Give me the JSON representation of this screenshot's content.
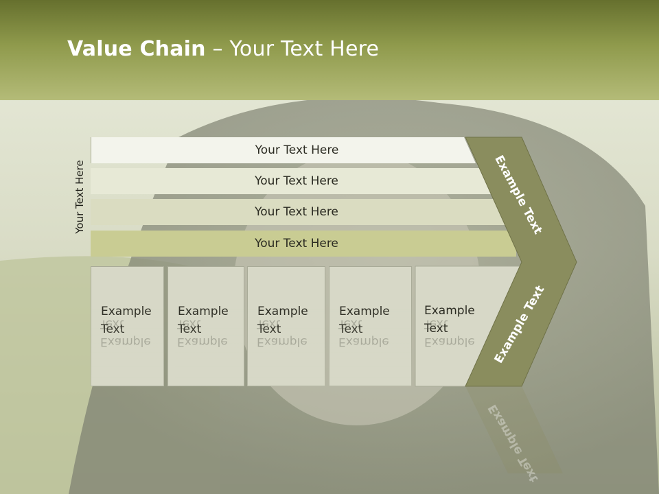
{
  "slide": {
    "title_bold": "Value Chain",
    "title_rest": " – Your Text Here",
    "vertical_label": "Your Text Here"
  },
  "bars": [
    {
      "label": "Your Text Here"
    },
    {
      "label": "Your Text Here"
    },
    {
      "label": "Your Text Here"
    },
    {
      "label": "Your Text Here"
    }
  ],
  "columns": [
    {
      "line1": "Example",
      "line2": "Text"
    },
    {
      "line1": "Example",
      "line2": "Text"
    },
    {
      "line1": "Example",
      "line2": "Text"
    },
    {
      "line1": "Example",
      "line2": "Text"
    },
    {
      "line1": "Example",
      "line2": "Text"
    }
  ],
  "chevron": {
    "upper_label": "Example Text",
    "lower_label": "Example Text",
    "color": "#8a8d5e"
  },
  "colors": {
    "header_top": "#66702e",
    "header_bottom": "#b4bb78",
    "bar_1": "#f3f4ec",
    "bar_2": "#e7e9d6",
    "bar_3": "#dadcc1",
    "bar_4": "#c9cc93",
    "column_fill": "#d7d8c7"
  }
}
